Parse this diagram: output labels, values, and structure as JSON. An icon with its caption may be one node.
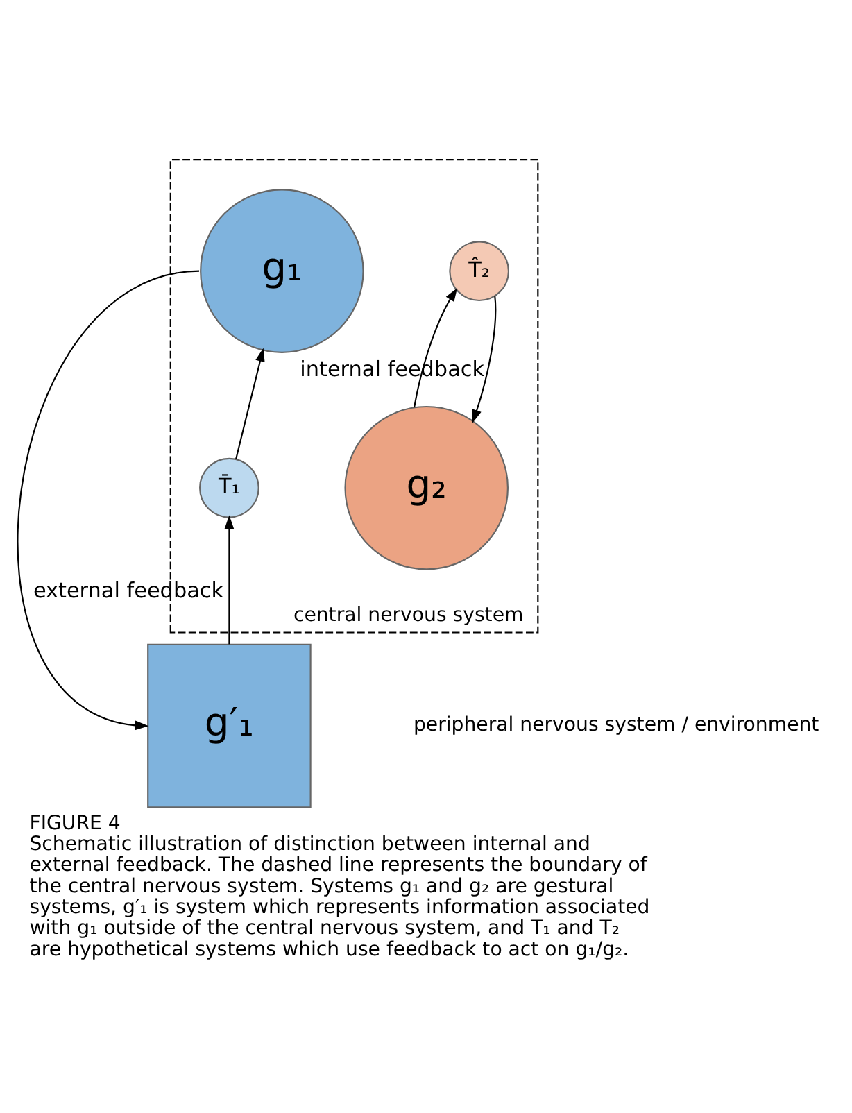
{
  "diagram": {
    "title": "FIGURE 4",
    "caption": "Schematic illustration of distinction between internal and external feedback. The dashed line represents the boundary of the central nervous system. Systems g₁ and g₂ are gestural systems, g′₁ is system which represents information associated with g₁ outside of the central nervous system, and T₁ and T₂ are hypothetical systems which use feedback to act on g₁/g₂.",
    "nodes": [
      {
        "text": [
          "central nervous system"
        ]
      },
      {
        "text": [
          "T̂₂"
        ],
        "in": 0
      },
      {
        "text": [
          "g₁"
        ],
        "in": 0
      },
      {
        "text": [
          "g₂"
        ],
        "in": 0
      },
      {
        "text": [
          "T̄₁"
        ],
        "in": 0
      },
      {
        "text": [
          "g′₁"
        ]
      }
    ],
    "edges": [
      {
        "from": 3,
        "to": 1,
        "arrow": "to"
      },
      {
        "from": 1,
        "to": 3,
        "arrow": "to",
        "label": "internal feedback"
      },
      {
        "from": 4,
        "to": 2,
        "arrow": "to"
      },
      {
        "from": 5,
        "to": 4,
        "arrow": "to",
        "label": "external feedback"
      },
      {
        "from": 2,
        "to": 5,
        "arrow": "to"
      }
    ],
    "labels": [
      "peripheral nervous system / environment"
    ]
  }
}
